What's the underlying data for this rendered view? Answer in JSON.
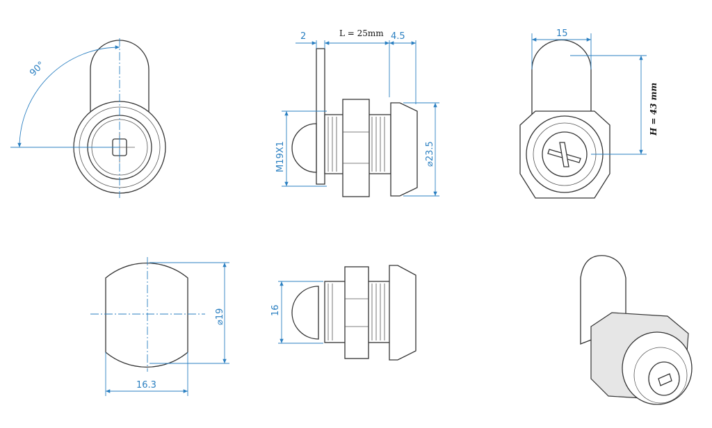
{
  "drawing": {
    "front_view": {
      "rotation_label": "90°"
    },
    "side_view": {
      "plate_thickness": "2",
      "length_label": "L = 25mm",
      "flange_thickness": "4.5",
      "thread_label": "M19X1",
      "flange_diameter": "⌀23.5"
    },
    "right_view": {
      "cam_width": "15",
      "height_label": "H = 43 mm"
    },
    "cutout_view": {
      "diameter_label": "⌀19",
      "flat_width": "16.3"
    },
    "side_view_no_cam": {
      "height_label": "16"
    }
  },
  "colors": {
    "dimension": "#2a7fc1",
    "outline": "#333333"
  }
}
